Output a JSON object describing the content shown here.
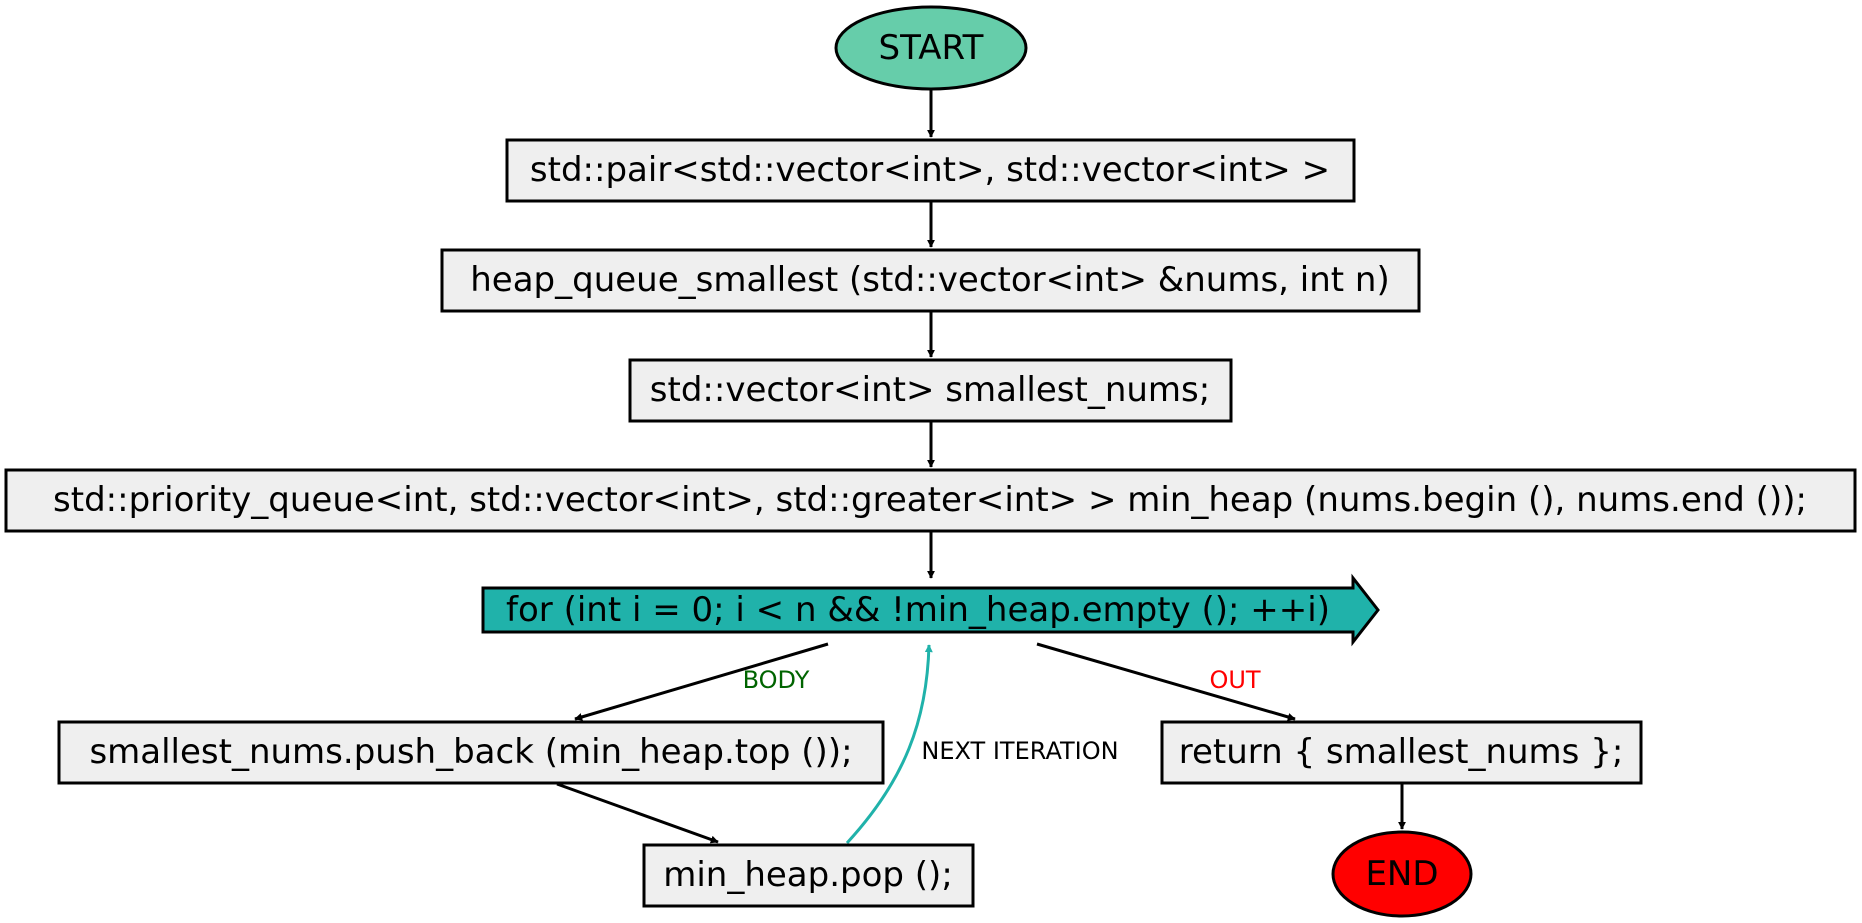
{
  "colors": {
    "start_fill": "#66CDAA",
    "end_fill": "#FF0000",
    "process_fill": "#EFEFEF",
    "loop_fill": "#20B2AA",
    "edge_default": "#000000",
    "edge_next": "#20B2AA",
    "label_body": "#006400",
    "label_out": "#FF0000",
    "label_next": "#000000"
  },
  "nodes": {
    "start": "START",
    "signature_type": "std::pair<std::vector<int>, std::vector<int> >",
    "signature_name": "heap_queue_smallest (std::vector<int> &nums, int n)",
    "decl_smallest": "std::vector<int> smallest_nums;",
    "decl_heap": "std::priority_queue<int, std::vector<int>, std::greater<int> > min_heap (nums.begin (), nums.end ());",
    "loop": "for (int i = 0; i < n && !min_heap.empty (); ++i)",
    "push_back": "smallest_nums.push_back (min_heap.top ());",
    "pop": "min_heap.pop ();",
    "return_stmt": "return { smallest_nums };",
    "end": "END"
  },
  "edge_labels": {
    "body": "BODY",
    "out": "OUT",
    "next_iteration": "NEXT ITERATION"
  }
}
